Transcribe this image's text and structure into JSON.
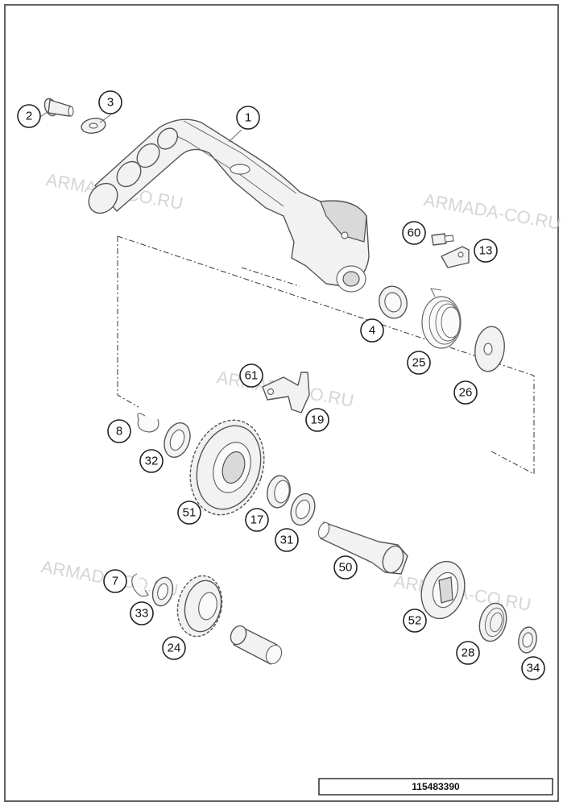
{
  "diagram": {
    "watermark_text": "ARMADA-CO.RU",
    "document_number": "115483390",
    "callouts": [
      {
        "label": "1"
      },
      {
        "label": "2"
      },
      {
        "label": "3"
      },
      {
        "label": "60"
      },
      {
        "label": "13"
      },
      {
        "label": "4"
      },
      {
        "label": "25"
      },
      {
        "label": "26"
      },
      {
        "label": "61"
      },
      {
        "label": "19"
      },
      {
        "label": "8"
      },
      {
        "label": "32"
      },
      {
        "label": "51"
      },
      {
        "label": "17"
      },
      {
        "label": "31"
      },
      {
        "label": "50"
      },
      {
        "label": "7"
      },
      {
        "label": "33"
      },
      {
        "label": "24"
      },
      {
        "label": "52"
      },
      {
        "label": "28"
      },
      {
        "label": "34"
      }
    ]
  }
}
